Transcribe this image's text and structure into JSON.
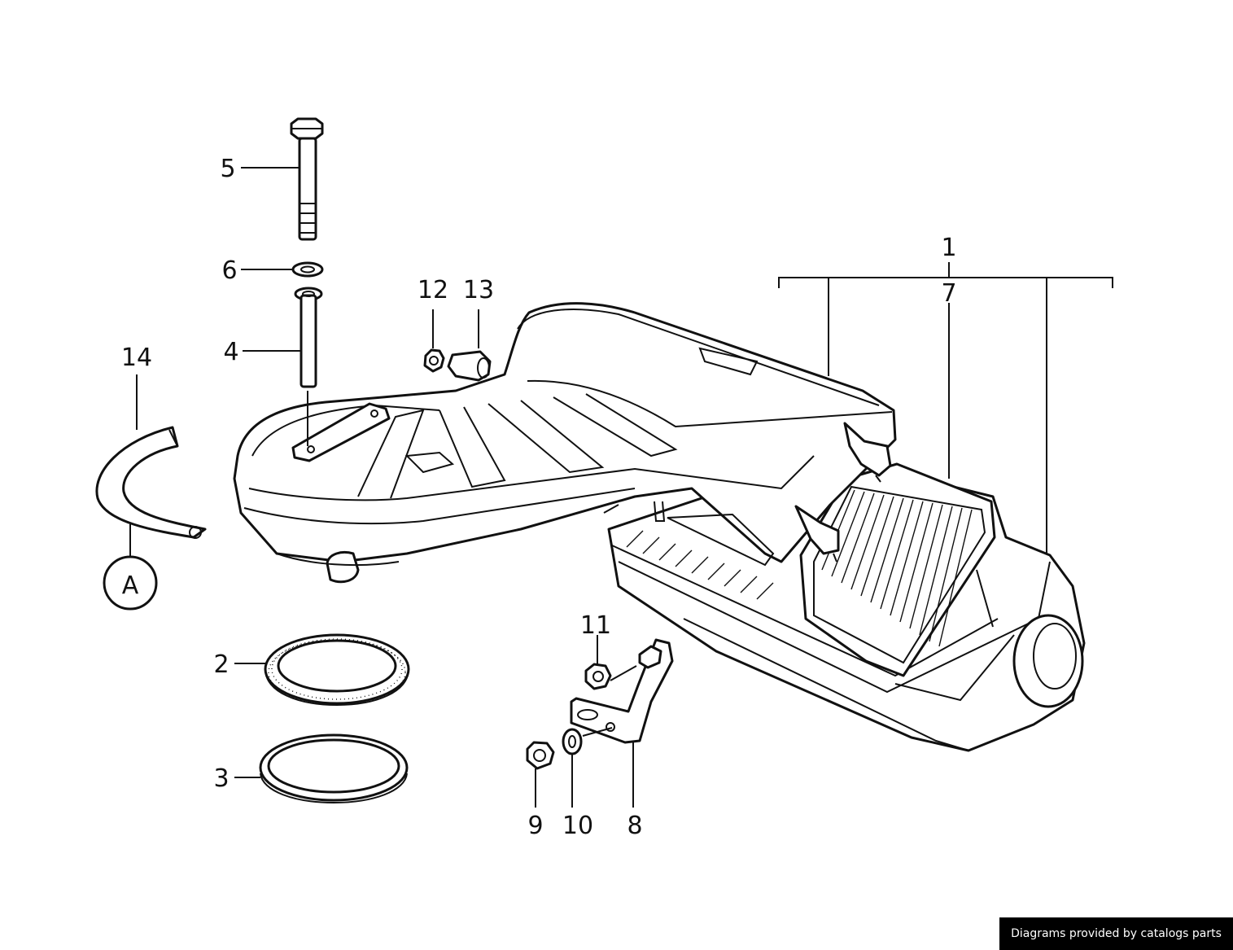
{
  "callouts": {
    "c1": "1",
    "c2": "2",
    "c3": "3",
    "c4": "4",
    "c5": "5",
    "c6": "6",
    "c7": "7",
    "c8": "8",
    "c9": "9",
    "c10": "10",
    "c11": "11",
    "c12": "12",
    "c13": "13",
    "c14": "14"
  },
  "badge": "A",
  "credit": "Diagrams provided by catalogs parts",
  "colors": {
    "ink": "#111111",
    "background": "#ffffff",
    "credit_bg": "#000000",
    "credit_text": "#ffffff"
  }
}
